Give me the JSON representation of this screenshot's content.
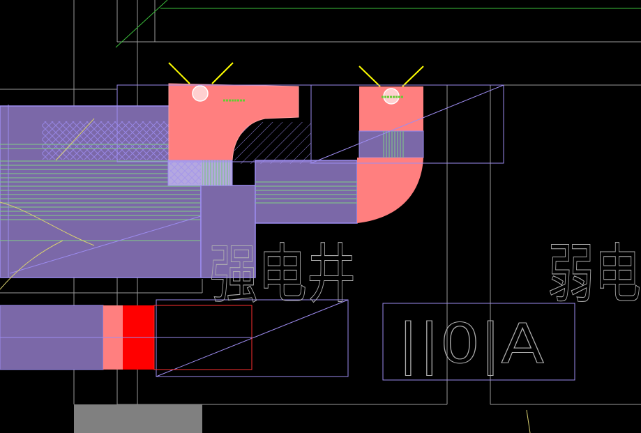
{
  "drawing": {
    "background": "#000000",
    "colors": {
      "purple_fill": "#7b68a8",
      "purple_line": "#9d8cf0",
      "salmon": "#ff7f7f",
      "red": "#ff0000",
      "green_hatch": "#7fbf8a",
      "yellow": "#ffff00",
      "gray_line": "#9a9a9a",
      "gray_block": "#808080",
      "green_line": "#3cbf3c",
      "text_gray": "#b0b0b0"
    },
    "labels": {
      "strong_shaft": "强电井",
      "weak_shaft": "弱电",
      "equipment_code": "||0|A"
    }
  }
}
